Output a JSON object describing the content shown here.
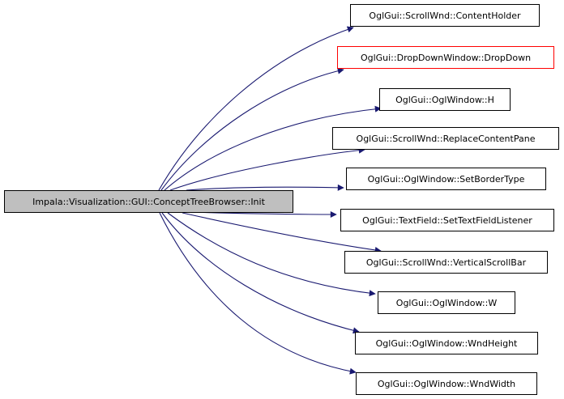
{
  "edge_color": "#191970",
  "root": {
    "label": "Impala::Visualization::GUI::ConceptTreeBrowser::Init",
    "fill": "#bfbfbf"
  },
  "callees": [
    {
      "label": "OglGui::ScrollWnd::ContentHolder",
      "border": "#000000"
    },
    {
      "label": "OglGui::DropDownWindow::DropDown",
      "border": "#ff0000"
    },
    {
      "label": "OglGui::OglWindow::H",
      "border": "#000000"
    },
    {
      "label": "OglGui::ScrollWnd::ReplaceContentPane",
      "border": "#000000"
    },
    {
      "label": "OglGui::OglWindow::SetBorderType",
      "border": "#000000"
    },
    {
      "label": "OglGui::TextField::SetTextFieldListener",
      "border": "#000000"
    },
    {
      "label": "OglGui::ScrollWnd::VerticalScrollBar",
      "border": "#000000"
    },
    {
      "label": "OglGui::OglWindow::W",
      "border": "#000000"
    },
    {
      "label": "OglGui::OglWindow::WndHeight",
      "border": "#000000"
    },
    {
      "label": "OglGui::OglWindow::WndWidth",
      "border": "#000000"
    }
  ]
}
